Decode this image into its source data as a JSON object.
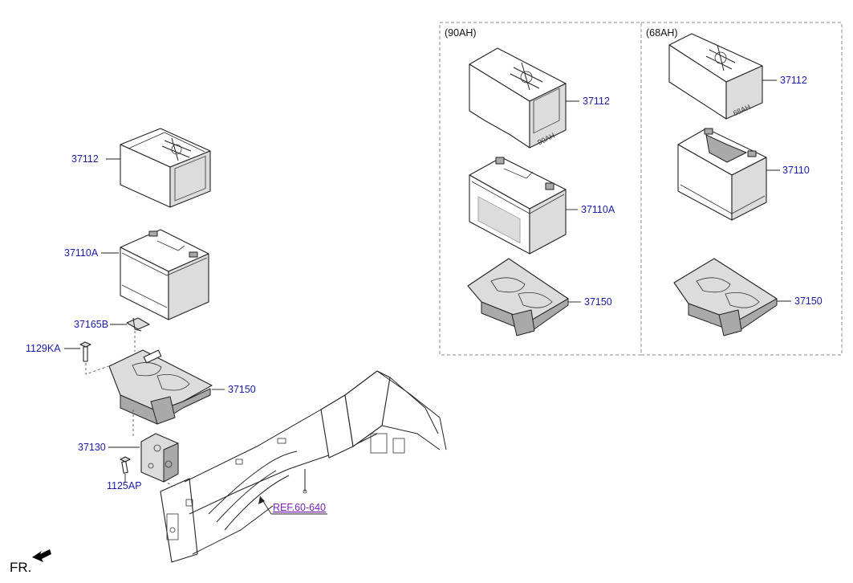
{
  "variants": [
    {
      "header": "(90AH)"
    },
    {
      "header": "(68AH)"
    }
  ],
  "labels": {
    "main_tray_cover": "37112",
    "main_battery": "37110A",
    "main_clamp": "37165B",
    "main_bolt": "1129KA",
    "main_tray": "37150",
    "main_bracket": "37130",
    "main_bracket_bolt": "1125AP",
    "ref_link": "REF.60-640",
    "v90_cover": "37112",
    "v90_battery": "37110A",
    "v90_tray": "37150",
    "v68_cover": "37112",
    "v68_battery": "37110",
    "v68_tray": "37150"
  },
  "cover_marks": {
    "v90": "90AH",
    "v68": "68AH"
  },
  "direction": {
    "label": "FR."
  }
}
